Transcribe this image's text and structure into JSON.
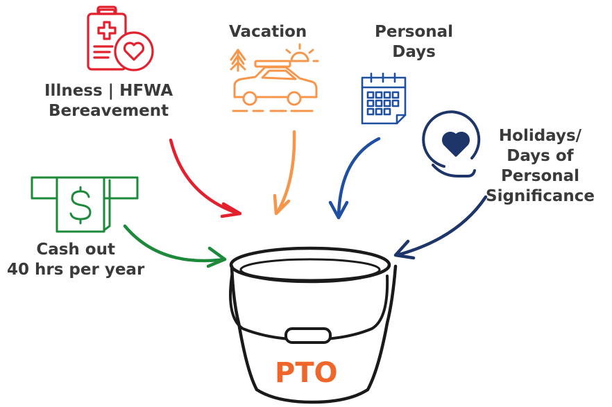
{
  "labels": {
    "illness_line1": "Illness | HFWA",
    "illness_line2": "Bereavement",
    "vacation": "Vacation",
    "personal_line1": "Personal",
    "personal_line2": "Days",
    "holidays_line1": "Holidays/",
    "holidays_line2": "Days of",
    "holidays_line3": "Personal",
    "holidays_line4": "Significance",
    "cashout_line1": "Cash out",
    "cashout_line2": "40 hrs per year",
    "bucket": "PTO"
  },
  "icons": {
    "illness": "clipboard-heart-icon",
    "vacation": "car-trip-icon",
    "personal": "calendar-icon",
    "holidays": "hand-heart-icon",
    "cashout": "dollar-bill-icon"
  },
  "colors": {
    "illness": "#e3202e",
    "vacation": "#f7954a",
    "personal": "#1f4fa0",
    "holidays": "#1d3568",
    "cashout": "#1c8a3a",
    "bucket_stroke": "#1a1a1a",
    "pto_text": "#f0662a",
    "label_text": "#3a3a3a"
  }
}
